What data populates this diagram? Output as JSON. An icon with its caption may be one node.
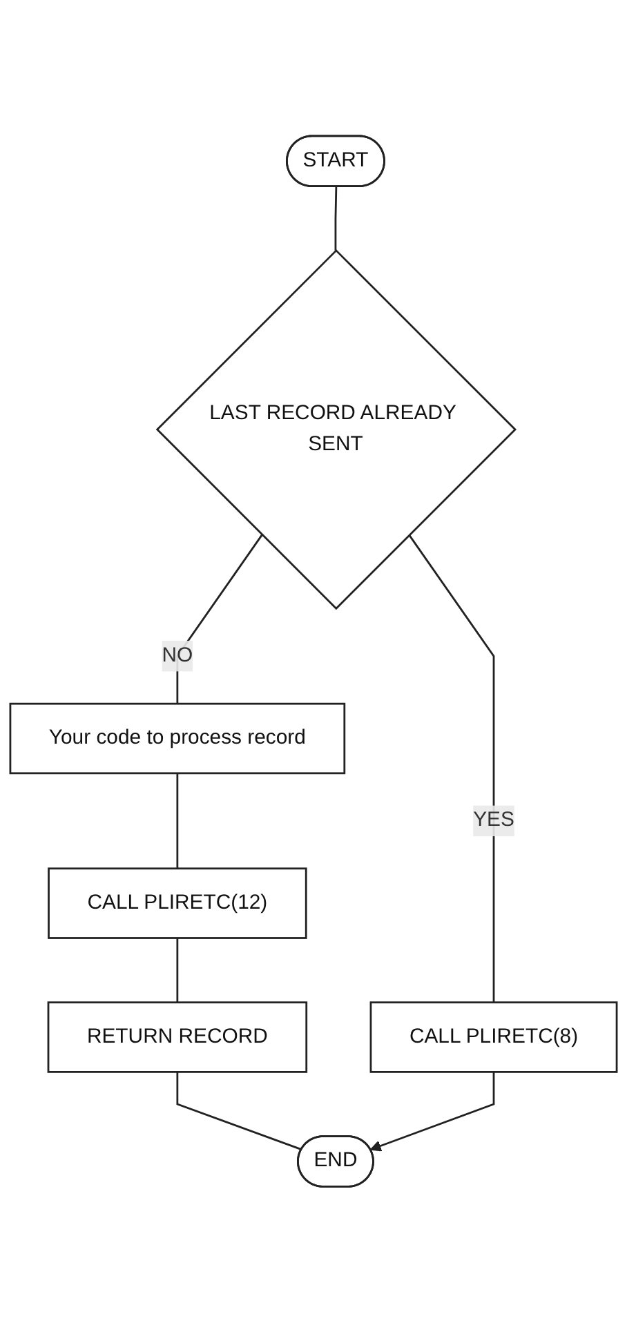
{
  "diagram": {
    "nodes": [
      {
        "text": [
          "START"
        ]
      },
      {
        "text": [
          "LAST RECORD ALREADY SENT"
        ]
      },
      {
        "text": [
          "CALL PLIRETC(8)"
        ]
      },
      {
        "text": [
          "Your code to process record"
        ]
      },
      {
        "text": [
          "CALL PLIRETC(12)"
        ]
      },
      {
        "text": [
          "RETURN RECORD"
        ]
      },
      {
        "text": [
          "END"
        ]
      }
    ],
    "edges": [
      {
        "from": 0,
        "to": 1,
        "arrow": "none"
      },
      {
        "from": 1,
        "to": 2,
        "arrow": "none",
        "label": "YES"
      },
      {
        "from": 1,
        "to": 3,
        "arrow": "none",
        "label": "NO"
      },
      {
        "from": 3,
        "to": 4,
        "arrow": "none"
      },
      {
        "from": 4,
        "to": 5,
        "arrow": "none"
      },
      {
        "from": 5,
        "to": 6,
        "arrow": "none"
      },
      {
        "from": 2,
        "to": 6,
        "arrow": "to"
      }
    ]
  }
}
